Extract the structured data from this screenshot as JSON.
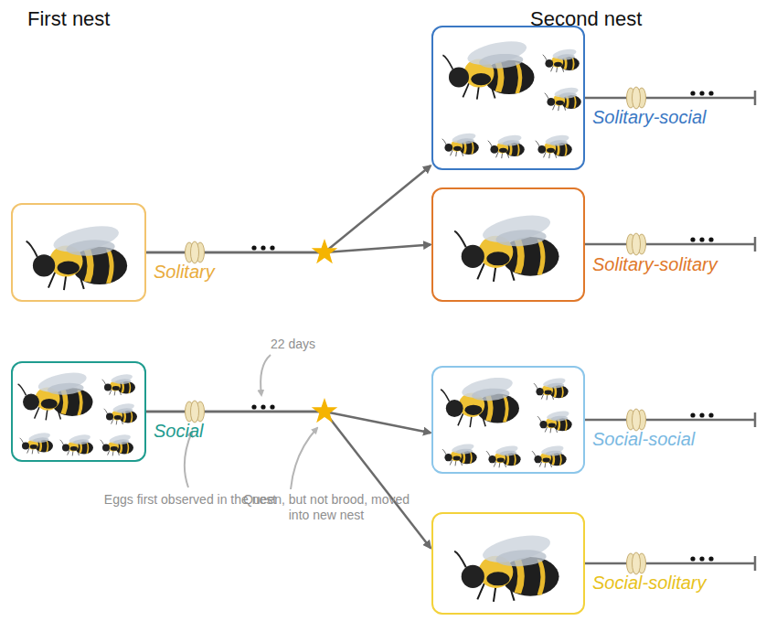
{
  "diagram": {
    "nodes": [
      {
        "text": [
          "Solitary"
        ]
      },
      {
        "text": [
          "Social"
        ]
      },
      {
        "text": [
          "Solitary-social"
        ]
      },
      {
        "text": [
          "Solitary-solitary"
        ]
      },
      {
        "text": [
          "Social-social"
        ]
      },
      {
        "text": [
          "Social-solitary"
        ]
      }
    ],
    "edges": [
      {
        "from": 0,
        "to": 2,
        "arrow": "to"
      },
      {
        "from": 0,
        "to": 3,
        "arrow": "to"
      },
      {
        "from": 1,
        "to": 4,
        "arrow": "to"
      },
      {
        "from": 1,
        "to": 5,
        "arrow": "to"
      }
    ],
    "labels": [
      "First nest",
      "Second nest",
      "22 days",
      "Eggs first observed in the nest",
      "Queen, but not brood, moved into new nest"
    ]
  }
}
